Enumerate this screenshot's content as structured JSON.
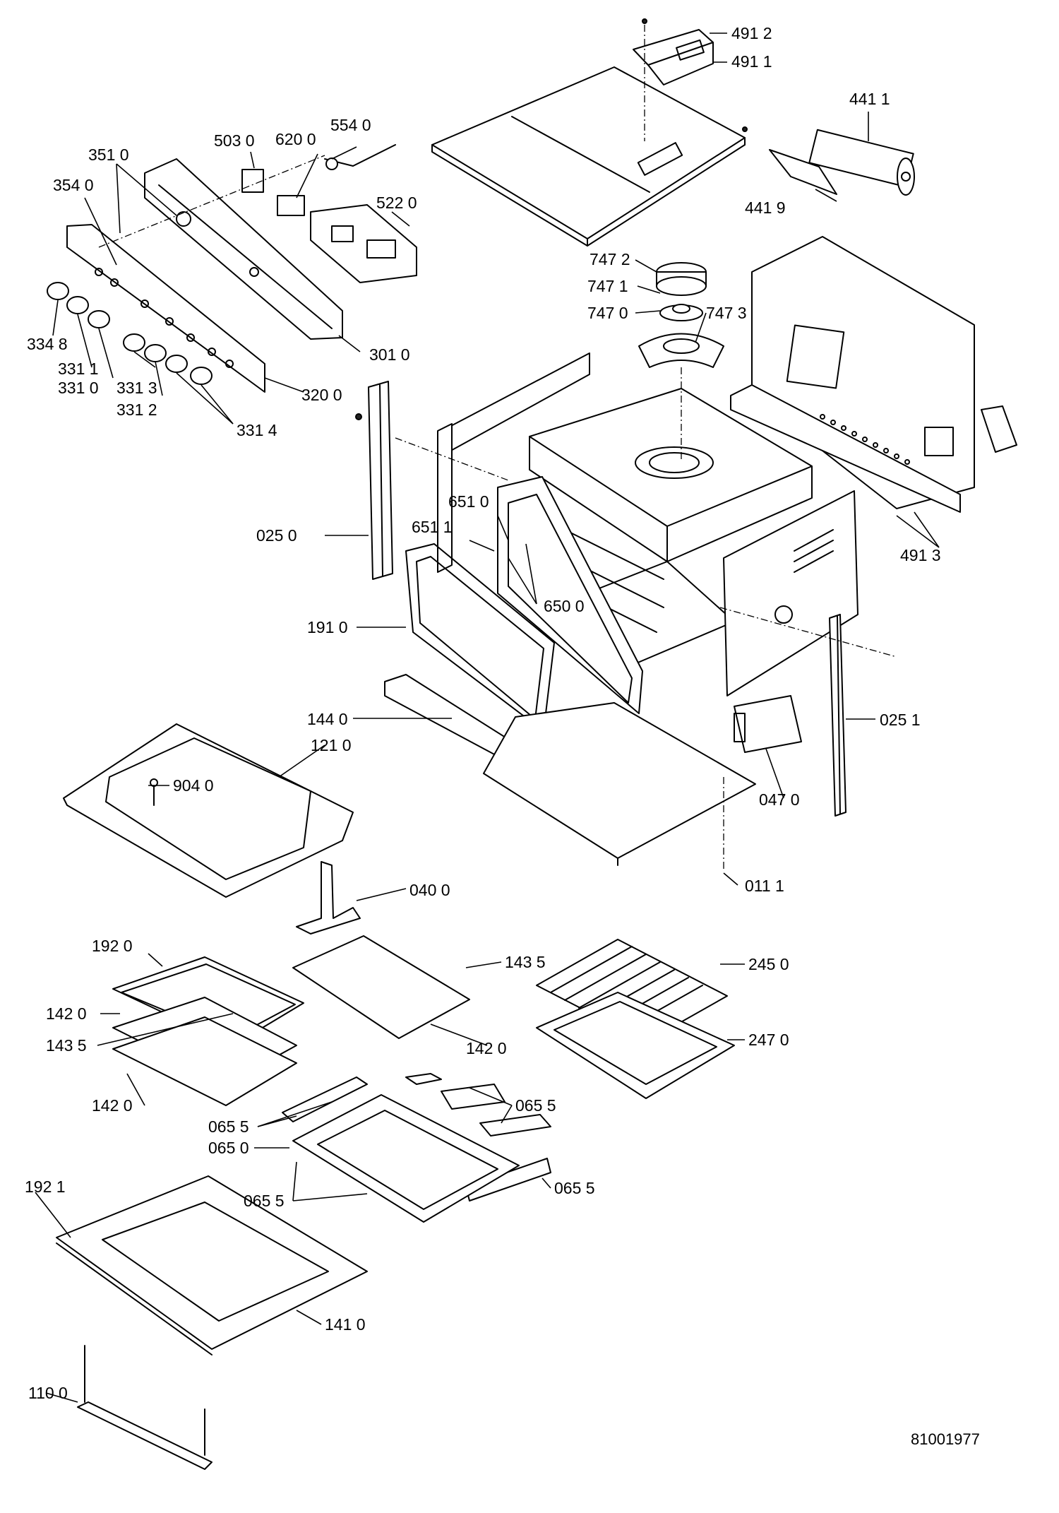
{
  "document_number": "81001977",
  "callouts": [
    {
      "id": "c1",
      "text": "491 2"
    },
    {
      "id": "c2",
      "text": "491 1"
    },
    {
      "id": "c3",
      "text": "441 1"
    },
    {
      "id": "c4",
      "text": "441 9"
    },
    {
      "id": "c5",
      "text": "503 0"
    },
    {
      "id": "c6",
      "text": "620 0"
    },
    {
      "id": "c7",
      "text": "554 0"
    },
    {
      "id": "c8",
      "text": "351 0"
    },
    {
      "id": "c9",
      "text": "354 0"
    },
    {
      "id": "c10",
      "text": "522 0"
    },
    {
      "id": "c11",
      "text": "747 2"
    },
    {
      "id": "c12",
      "text": "747 1"
    },
    {
      "id": "c13",
      "text": "747 0"
    },
    {
      "id": "c14",
      "text": "747 3"
    },
    {
      "id": "c15",
      "text": "334 8"
    },
    {
      "id": "c16",
      "text": "331 1"
    },
    {
      "id": "c17",
      "text": "331 0"
    },
    {
      "id": "c18",
      "text": "331 3"
    },
    {
      "id": "c19",
      "text": "331 2"
    },
    {
      "id": "c20",
      "text": "301 0"
    },
    {
      "id": "c21",
      "text": "320 0"
    },
    {
      "id": "c22",
      "text": "331 4"
    },
    {
      "id": "c23",
      "text": "025 0"
    },
    {
      "id": "c24",
      "text": "651 0"
    },
    {
      "id": "c25",
      "text": "651 1"
    },
    {
      "id": "c26",
      "text": "650 0"
    },
    {
      "id": "c27",
      "text": "491 3"
    },
    {
      "id": "c28",
      "text": "191 0"
    },
    {
      "id": "c29",
      "text": "144 0"
    },
    {
      "id": "c30",
      "text": "025 1"
    },
    {
      "id": "c31",
      "text": "121 0"
    },
    {
      "id": "c32",
      "text": "904 0"
    },
    {
      "id": "c33",
      "text": "047 0"
    },
    {
      "id": "c34",
      "text": "011 1"
    },
    {
      "id": "c35",
      "text": "040 0"
    },
    {
      "id": "c36",
      "text": "192 0"
    },
    {
      "id": "c37",
      "text": "143 5"
    },
    {
      "id": "c38",
      "text": "245 0"
    },
    {
      "id": "c39",
      "text": "142 0"
    },
    {
      "id": "c40",
      "text": "143 5"
    },
    {
      "id": "c41",
      "text": "142 0"
    },
    {
      "id": "c42",
      "text": "247 0"
    },
    {
      "id": "c43",
      "text": "142 0"
    },
    {
      "id": "c44",
      "text": "065 5"
    },
    {
      "id": "c45",
      "text": "065 5"
    },
    {
      "id": "c46",
      "text": "065 0"
    },
    {
      "id": "c47",
      "text": "192 1"
    },
    {
      "id": "c48",
      "text": "065 5"
    },
    {
      "id": "c49",
      "text": "065 5"
    },
    {
      "id": "c50",
      "text": "141 0"
    },
    {
      "id": "c51",
      "text": "110 0"
    }
  ]
}
